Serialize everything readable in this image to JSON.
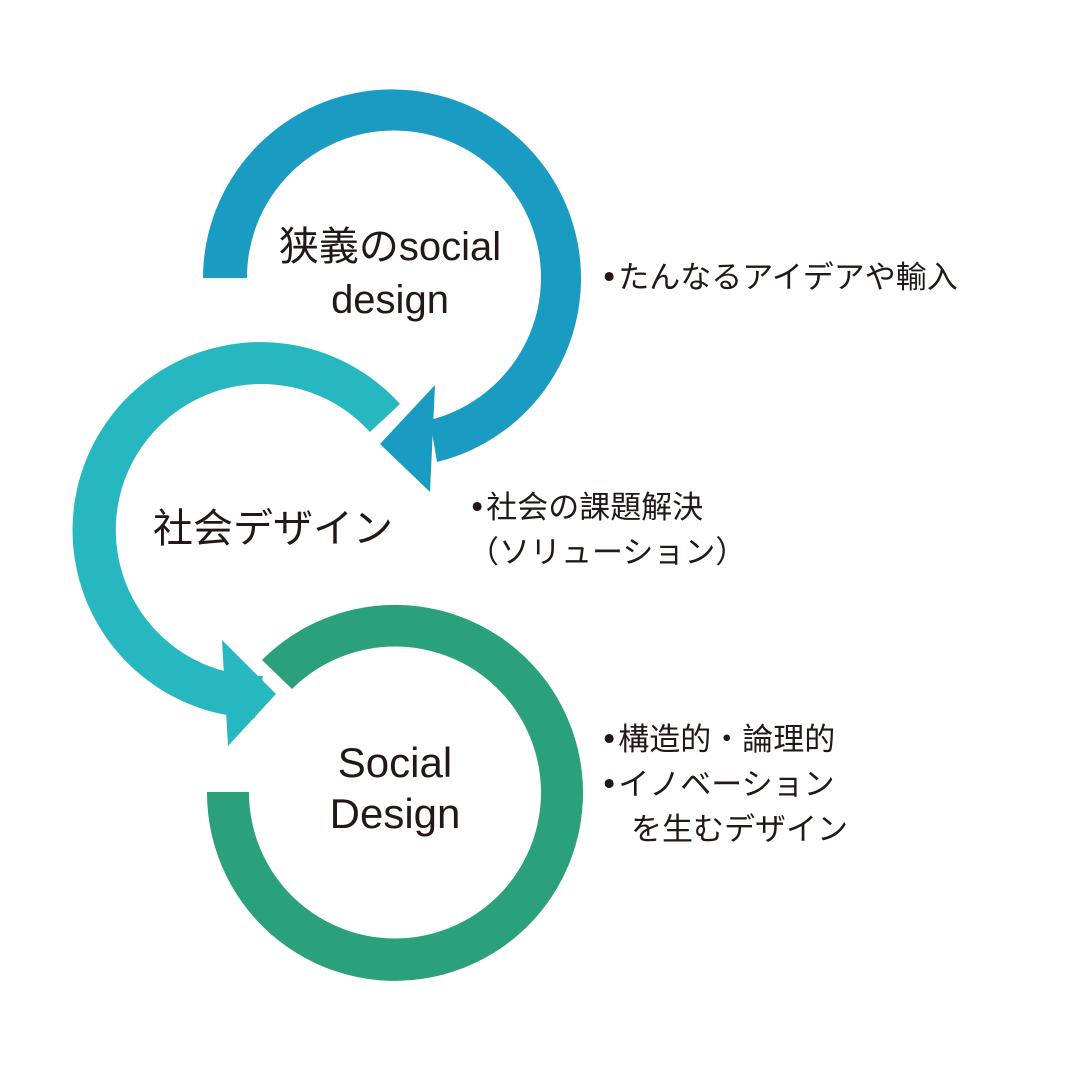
{
  "colors": {
    "ring_top": "#1a9bc1",
    "ring_middle": "#26b7c0",
    "ring_bottom": "#2aa07b",
    "text": "#231815"
  },
  "circles": [
    {
      "lines": [
        "狭義のsocial",
        "design"
      ]
    },
    {
      "lines": [
        "社会デザイン"
      ]
    },
    {
      "lines": [
        "Social",
        "Design"
      ]
    }
  ],
  "notes": [
    {
      "lines": [
        "•たんなるアイデアや輸入"
      ]
    },
    {
      "lines": [
        "•社会の課題解決",
        "（ソリューション）"
      ]
    },
    {
      "lines": [
        "•構造的・論理的",
        "•イノベーション",
        "　を生むデザイン"
      ]
    }
  ]
}
